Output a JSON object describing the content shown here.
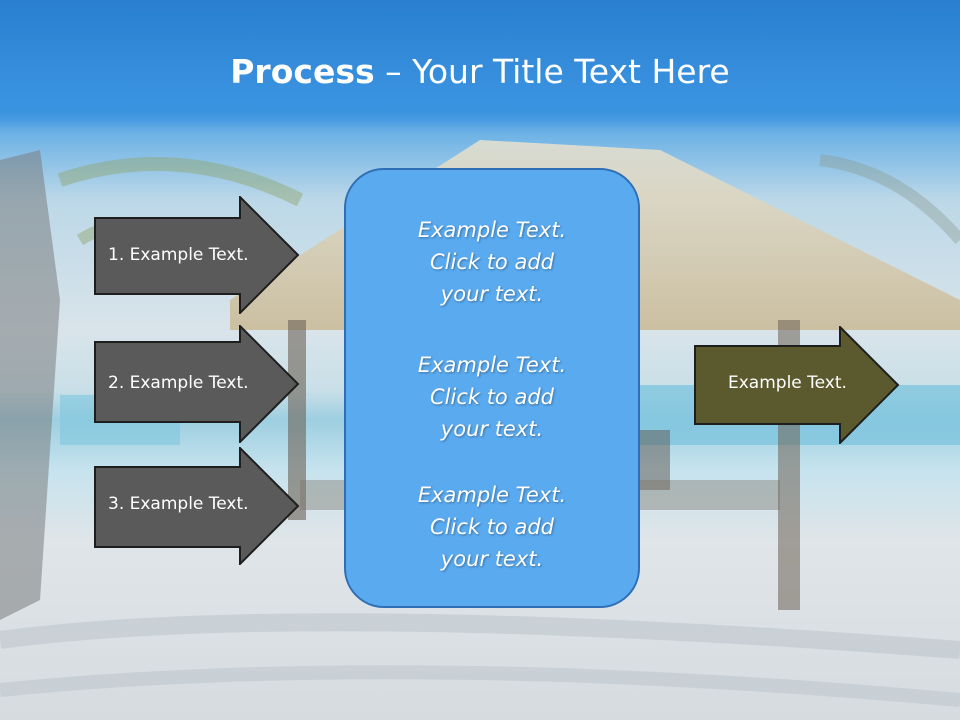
{
  "slide": {
    "title_bold": "Process",
    "title_rest": " – Your Title Text Here",
    "left_arrows": [
      {
        "label": "1. Example Text."
      },
      {
        "label": "2. Example Text."
      },
      {
        "label": "3. Example Text."
      }
    ],
    "center_texts": [
      "Example Text.\nClick  to add\nyour text.",
      "Example Text.\nClick  to add\nyour text.",
      "Example Text.\nClick  to add\nyour text."
    ],
    "right_arrow": {
      "label": "Example Text."
    }
  },
  "colors": {
    "title_bar": "#2f86d6",
    "left_arrow_fill": "#5a5a5a",
    "right_arrow_fill": "#5a5a2e",
    "center_box_fill": "#5aaaf0"
  }
}
